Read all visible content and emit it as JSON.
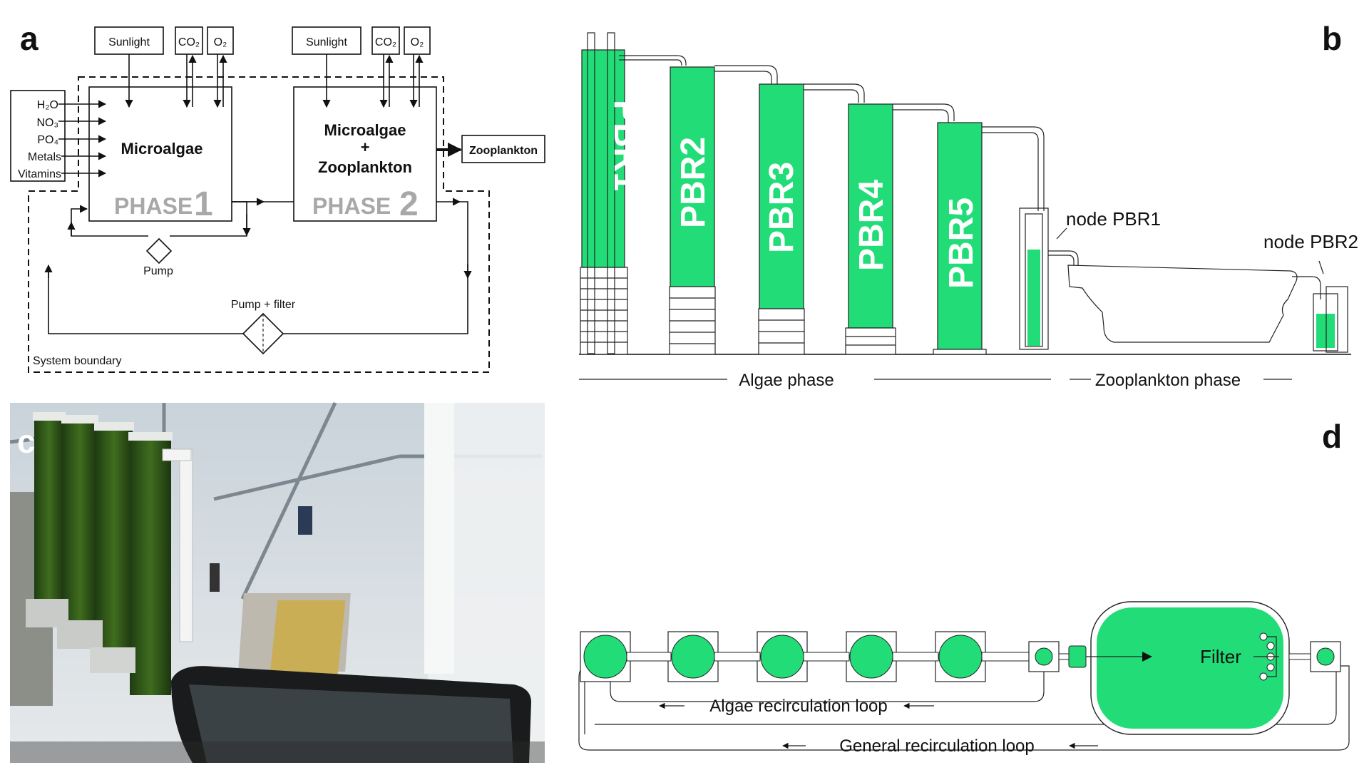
{
  "panel_letters": {
    "a": "a",
    "b": "b",
    "c": "c",
    "d": "d"
  },
  "panel_a": {
    "inputs": [
      "H₂O",
      "NO₃",
      "PO₄",
      "Metals",
      "Vitamins"
    ],
    "sunlight_1": "Sunlight",
    "co2_1": "CO₂",
    "o2_1": "O₂",
    "sunlight_2": "Sunlight",
    "co2_2": "CO₂",
    "o2_2": "O₂",
    "phase1_title": "Microalgae",
    "phase1_label": "PHASE",
    "phase1_num": "1",
    "phase2_title_1": "Microalgae",
    "phase2_title_2": "+",
    "phase2_title_3": "Zooplankton",
    "phase2_label": "PHASE",
    "phase2_num": "2",
    "output": "Zooplankton",
    "pump": "Pump",
    "pump_filter": "Pump + filter",
    "boundary": "System boundary"
  },
  "panel_b": {
    "reactors": [
      "PBR1",
      "PBR2",
      "PBR3",
      "PBR4",
      "PBR5"
    ],
    "node1": "node PBR1",
    "node2": "node PBR2",
    "algae_phase": "Algae phase",
    "zoo_phase": "Zooplankton phase"
  },
  "panel_d": {
    "filter": "Filter",
    "algae_loop": "Algae recirculation loop",
    "general_loop": "General recirculation loop"
  },
  "colors": {
    "green": "#22dd77",
    "phase_grey": "#a8a8a8"
  }
}
